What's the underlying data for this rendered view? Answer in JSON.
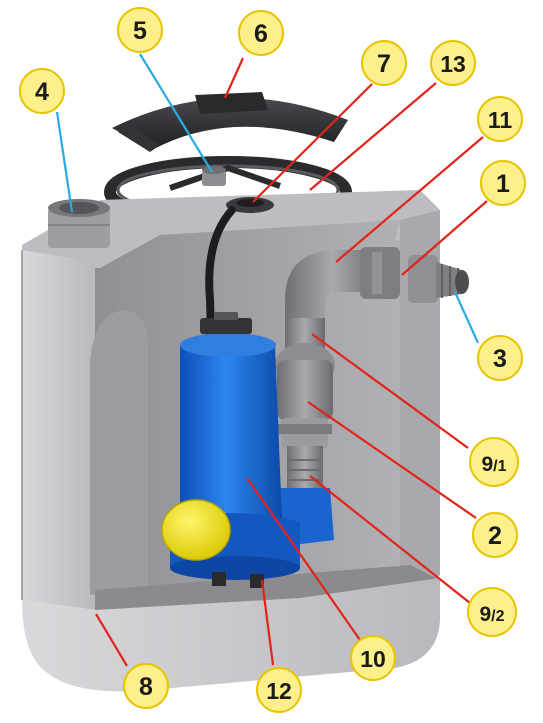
{
  "diagram": {
    "colors": {
      "callout_fill": "#fdf08a",
      "callout_stroke": "#e6c400",
      "leader_red": "#e2231a",
      "leader_blue": "#29abe2",
      "tank": "#c8c8cc",
      "pump": "#1e6fd9",
      "float": "#f2e20a"
    },
    "callouts": [
      {
        "id": "c1",
        "label": "1",
        "leader": "red",
        "part": "outlet-union"
      },
      {
        "id": "c2",
        "label": "2",
        "leader": "red",
        "part": "check-valve"
      },
      {
        "id": "c3",
        "label": "3",
        "leader": "blue",
        "part": "hose-barb-fitting"
      },
      {
        "id": "c4",
        "label": "4",
        "leader": "blue",
        "part": "inlet-socket"
      },
      {
        "id": "c5",
        "label": "5",
        "leader": "blue",
        "part": "vent-connector"
      },
      {
        "id": "c6",
        "label": "6",
        "leader": "red",
        "part": "lid"
      },
      {
        "id": "c7",
        "label": "7",
        "leader": "red",
        "part": "cable-grommet"
      },
      {
        "id": "c8",
        "label": "8",
        "leader": "red",
        "part": "tank"
      },
      {
        "id": "c9_1",
        "label": "9",
        "sub": "/1",
        "leader": "red",
        "part": "riser-pipe-upper"
      },
      {
        "id": "c9_2",
        "label": "9",
        "sub": "/2",
        "leader": "red",
        "part": "riser-pipe-lower"
      },
      {
        "id": "c10",
        "label": "10",
        "leader": "red",
        "part": "pump"
      },
      {
        "id": "c11",
        "label": "11",
        "leader": "red",
        "part": "elbow"
      },
      {
        "id": "c12",
        "label": "12",
        "leader": "red",
        "part": "pump-feet"
      },
      {
        "id": "c13",
        "label": "13",
        "leader": "red",
        "part": "lid-ring"
      }
    ]
  }
}
